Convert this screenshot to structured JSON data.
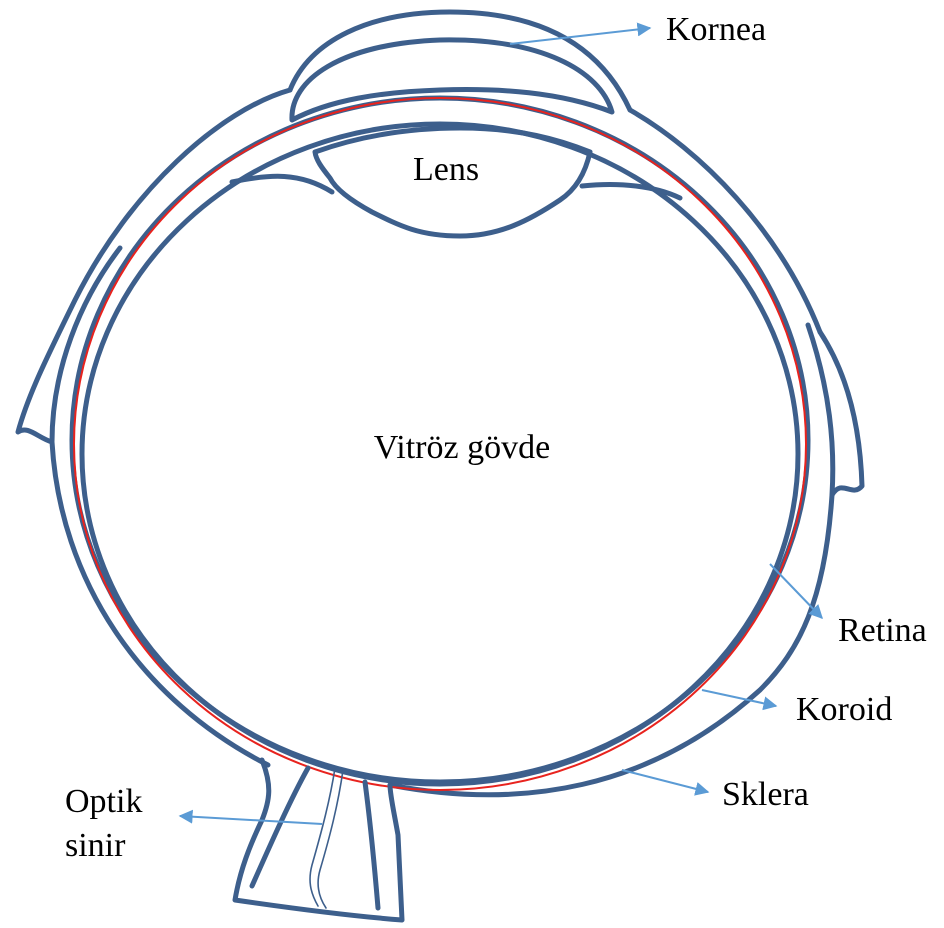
{
  "diagram": {
    "labels": {
      "kornea": "Kornea",
      "lens": "Lens",
      "vitroz": "Vitröz gövde",
      "retina": "Retina",
      "koroid": "Koroid",
      "sklera": "Sklera",
      "optik_line1": "Optik",
      "optik_line2": "sinir"
    },
    "colors": {
      "outline": "#3d5f8c",
      "retina_line": "#e8231e",
      "arrow": "#5b9bd5",
      "text": "#000000"
    }
  }
}
